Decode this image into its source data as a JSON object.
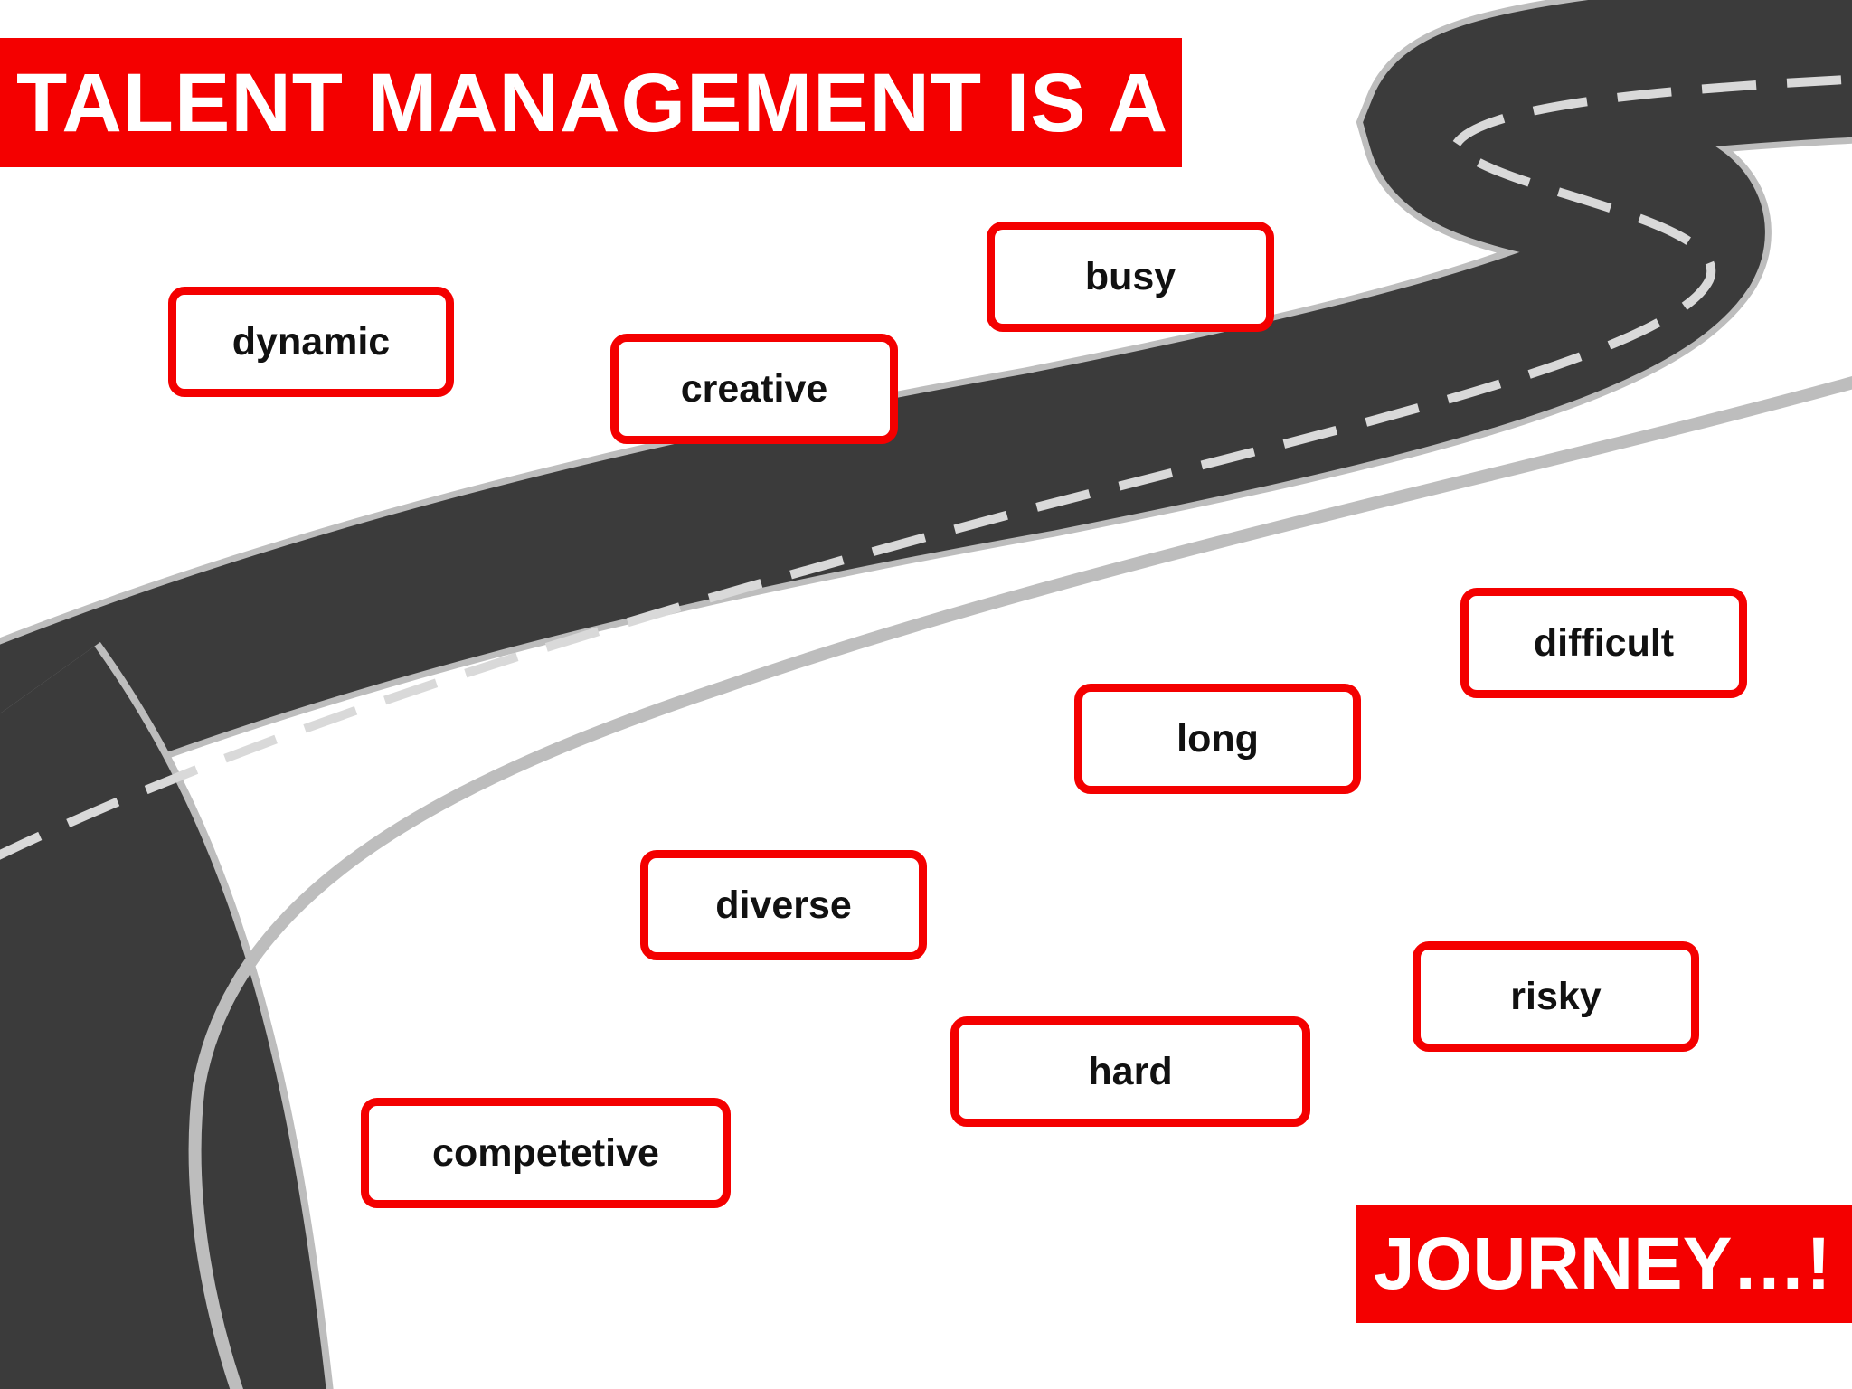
{
  "title": "TALENT MANAGEMENT IS A",
  "ending": "JOURNEY…!",
  "words": [
    "dynamic",
    "creative",
    "busy",
    "difficult",
    "long",
    "diverse",
    "risky",
    "hard",
    "competetive"
  ],
  "colors": {
    "accent": "#f40000",
    "road": "#3b3b3b",
    "road_edge": "#bdbdbd",
    "lane_marking": "#d9d9d9",
    "text": "#111111",
    "background": "#ffffff"
  }
}
